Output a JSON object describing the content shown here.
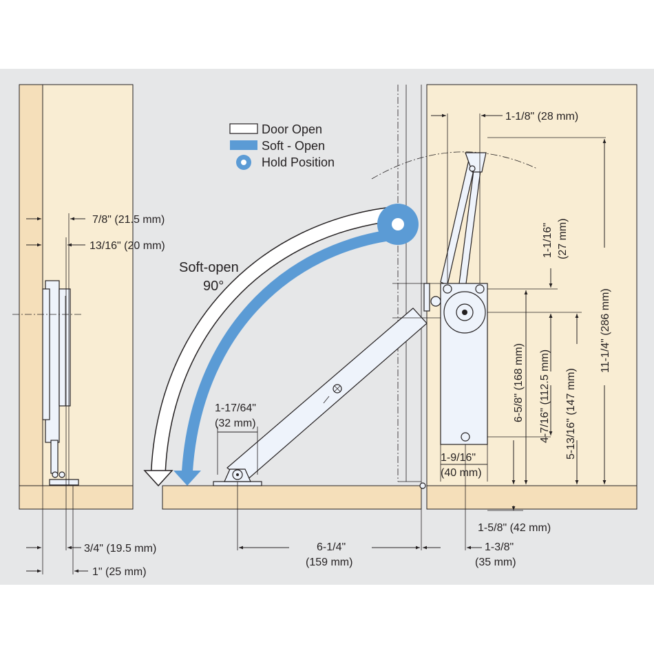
{
  "legend": {
    "door_open": "Door Open",
    "soft_open": "Soft - Open",
    "hold_position": "Hold Position"
  },
  "arc_label": {
    "line1": "Soft-open",
    "line2": "90°"
  },
  "dimensions": {
    "d_7_8": "7/8\" (21.5 mm)",
    "d_13_16": "13/16\" (20 mm)",
    "d_3_4": "3/4\" (19.5 mm)",
    "d_1": "1\" (25 mm)",
    "d_1_17_64_a": "1-17/64\"",
    "d_1_17_64_b": "(32 mm)",
    "d_6_1_4_a": "6-1/4\"",
    "d_6_1_4_b": "(159 mm)",
    "d_1_3_8_a": "1-3/8\"",
    "d_1_3_8_b": "(35 mm)",
    "d_1_5_8": "1-5/8\" (42 mm)",
    "d_1_9_16_a": "1-9/16\"",
    "d_1_9_16_b": "(40 mm)",
    "d_1_1_8": "1-1/8\" (28 mm)",
    "d_1_1_16_a": "1-1/16\"",
    "d_1_1_16_b": "(27 mm)",
    "d_6_5_8": "6-5/8\" (168 mm)",
    "d_4_7_16": "4-7/16\" (112.5 mm)",
    "d_5_13_16": "5-13/16\" (147 mm)",
    "d_11_1_4": "11-1/4\" (286 mm)"
  },
  "colors": {
    "background": "#e6e7e8",
    "cabinet_panel": "#f9edd3",
    "shelf": "#f5dfba",
    "soft_open_blue": "#5b9bd5",
    "part_fill": "#eef3fb",
    "line": "#231f20"
  }
}
